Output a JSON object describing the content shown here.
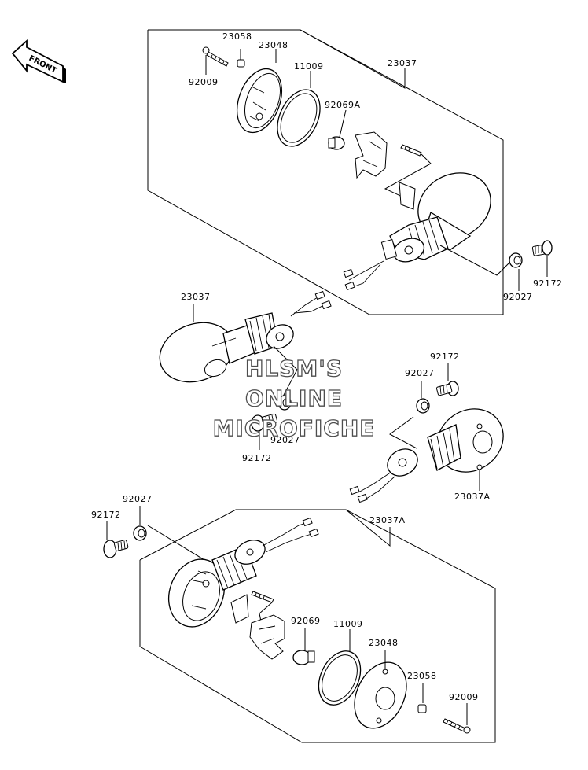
{
  "labels": {
    "l_23058_a": "23058",
    "l_23048_a": "23048",
    "l_11009_a": "11009",
    "l_23037_a": "23037",
    "l_92009_a": "92009",
    "l_92069A": "92069A",
    "l_92172_a": "92172",
    "l_92027_a": "92027",
    "l_23037_b": "23037",
    "l_92172_b": "92172",
    "l_92027_b": "92027",
    "l_92027_c": "92027",
    "l_92172_c": "92172",
    "l_23037A_a": "23037A",
    "l_92027_d": "92027",
    "l_92172_d": "92172",
    "l_23037A_b": "23037A",
    "l_92069": "92069",
    "l_11009_b": "11009",
    "l_23048_b": "23048",
    "l_23058_b": "23058",
    "l_92009_b": "92009"
  },
  "front_label": "FRONT",
  "watermark": [
    "HLSM'S",
    "ONLINE",
    "MICROFICHE"
  ],
  "icons": {
    "front_arrow": "arrow-left-icon"
  }
}
